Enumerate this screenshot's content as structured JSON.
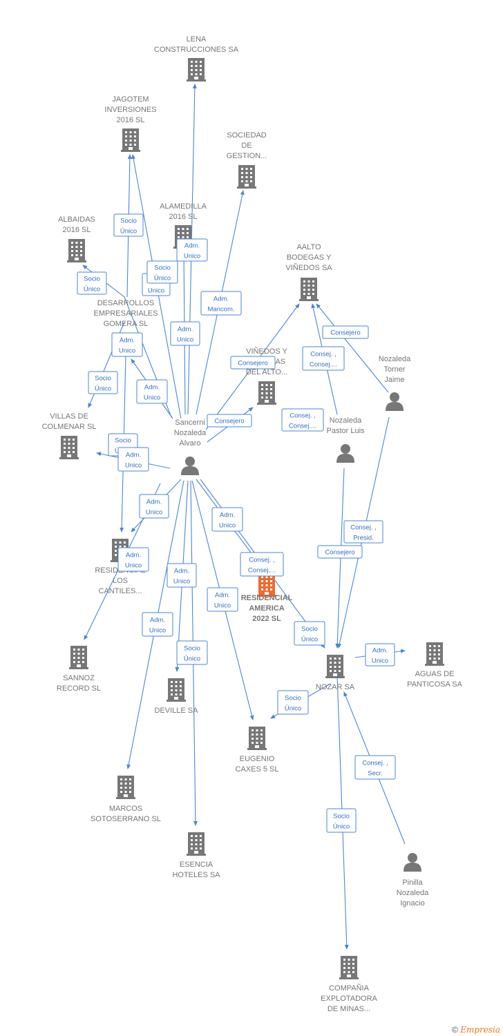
{
  "colors": {
    "building": "#777777",
    "focus_building": "#ee6b2e",
    "edge": "#4a86d4",
    "label": "#757575"
  },
  "nodes": [
    {
      "id": "lena",
      "kind": "company",
      "lines": [
        "LENA",
        "CONSTRUCCIONES SA"
      ]
    },
    {
      "id": "jagotem",
      "kind": "company",
      "lines": [
        "JAGOTEM",
        "INVERSIONES",
        "2016  SL"
      ]
    },
    {
      "id": "sociedad",
      "kind": "company",
      "lines": [
        "SOCIEDAD",
        "DE",
        "GESTION..."
      ]
    },
    {
      "id": "alamedilla",
      "kind": "company",
      "lines": [
        "ALAMEDILLA",
        "2016  SL"
      ]
    },
    {
      "id": "albaidas",
      "kind": "company",
      "lines": [
        "ALBAIDAS",
        "2016  SL"
      ]
    },
    {
      "id": "aalto",
      "kind": "company",
      "lines": [
        "AALTO",
        "BODEGAS Y",
        "VIÑEDOS SA"
      ]
    },
    {
      "id": "desarrollos",
      "kind": "company",
      "lines": [
        "DESARROLLOS",
        "EMPRESARIALES",
        "GOMERA SL"
      ]
    },
    {
      "id": "vinedos",
      "kind": "company",
      "lines": [
        "VIÑEDOS Y",
        "BODEGAS",
        "DEL ALTO..."
      ]
    },
    {
      "id": "nozaleda_torner",
      "kind": "person",
      "lines": [
        "Nozaleda",
        "Torner",
        "Jaime"
      ]
    },
    {
      "id": "villas",
      "kind": "company",
      "lines": [
        "VILLAS DE",
        "COLMENAR SL"
      ]
    },
    {
      "id": "sancerni",
      "kind": "person",
      "lines": [
        "Sancerni",
        "Nozaleda",
        "Alvaro"
      ]
    },
    {
      "id": "nozaleda_pastor",
      "kind": "person",
      "lines": [
        "Nozaleda",
        "Pastor Luis"
      ]
    },
    {
      "id": "residencial_cantiles",
      "kind": "company",
      "lines": [
        "RESIDENCIAL",
        "LOS",
        "CANTILES..."
      ]
    },
    {
      "id": "residencial_america",
      "kind": "focus",
      "lines": [
        "RESIDENCIAL",
        "AMERICA",
        "2022  SL"
      ]
    },
    {
      "id": "sannoz",
      "kind": "company",
      "lines": [
        "SANNOZ",
        "RECORD SL"
      ]
    },
    {
      "id": "nozar",
      "kind": "company",
      "lines": [
        "NOZAR SA"
      ]
    },
    {
      "id": "aguas",
      "kind": "company",
      "lines": [
        "AGUAS DE",
        "PANTICOSA SA"
      ]
    },
    {
      "id": "deville",
      "kind": "company",
      "lines": [
        "DEVILLE SA"
      ]
    },
    {
      "id": "eugenio",
      "kind": "company",
      "lines": [
        "EUGENIO",
        "CAXES 5  SL"
      ]
    },
    {
      "id": "marcos",
      "kind": "company",
      "lines": [
        "MARCOS",
        "SOTOSERRANO SL"
      ]
    },
    {
      "id": "esencia",
      "kind": "company",
      "lines": [
        "ESENCIA",
        "HOTELES SA"
      ]
    },
    {
      "id": "pinilla",
      "kind": "person",
      "lines": [
        "Pinilla",
        "Nozaleda",
        "Ignacio"
      ]
    },
    {
      "id": "compania",
      "kind": "company",
      "lines": [
        "COMPAÑIA",
        "EXPLOTADORA",
        "DE MINAS..."
      ]
    }
  ],
  "edge_labels": [
    [
      "Socio",
      "Único"
    ],
    [
      "Adm.",
      "Unico"
    ],
    [
      "Socio",
      "Único"
    ],
    [
      "Adm.",
      "Unico"
    ],
    [
      "Socio",
      "Único"
    ],
    [
      "Socio",
      "Único"
    ],
    [
      "Adm.",
      "Mancom."
    ],
    [
      "Adm.",
      "Unico"
    ],
    [
      "Adm.",
      "Unico"
    ],
    [
      "Consejero"
    ],
    [
      "Consej. ,",
      "Consej...."
    ],
    [
      "Consejero"
    ],
    [
      "Socio",
      "Único"
    ],
    [
      "Adm.",
      "Unico"
    ],
    [
      "Consejero"
    ],
    [
      "Consej. ,",
      "Consej...."
    ],
    [
      "Socio",
      "Único"
    ],
    [
      "Adm.",
      "Unico"
    ],
    [
      "Adm.",
      "Unico"
    ],
    [
      "Adm.",
      "Unico"
    ],
    [
      "Consej. ,",
      "Presid."
    ],
    [
      "Consejero"
    ],
    [
      "Adm.",
      "Unico"
    ],
    [
      "Consej. ,",
      "Consej...."
    ],
    [
      "Adm.",
      "Unico"
    ],
    [
      "Adm.",
      "Unico"
    ],
    [
      "Socio",
      "Único"
    ],
    [
      "Adm.",
      "Unico"
    ],
    [
      "Socio",
      "Único"
    ],
    [
      "Adm.",
      "Unico"
    ],
    [
      "Socio",
      "Único"
    ],
    [
      "Consej. ,",
      "Secr."
    ],
    [
      "Socio",
      "Único"
    ]
  ],
  "watermark": {
    "symbol": "©",
    "brand": "Empresia"
  }
}
